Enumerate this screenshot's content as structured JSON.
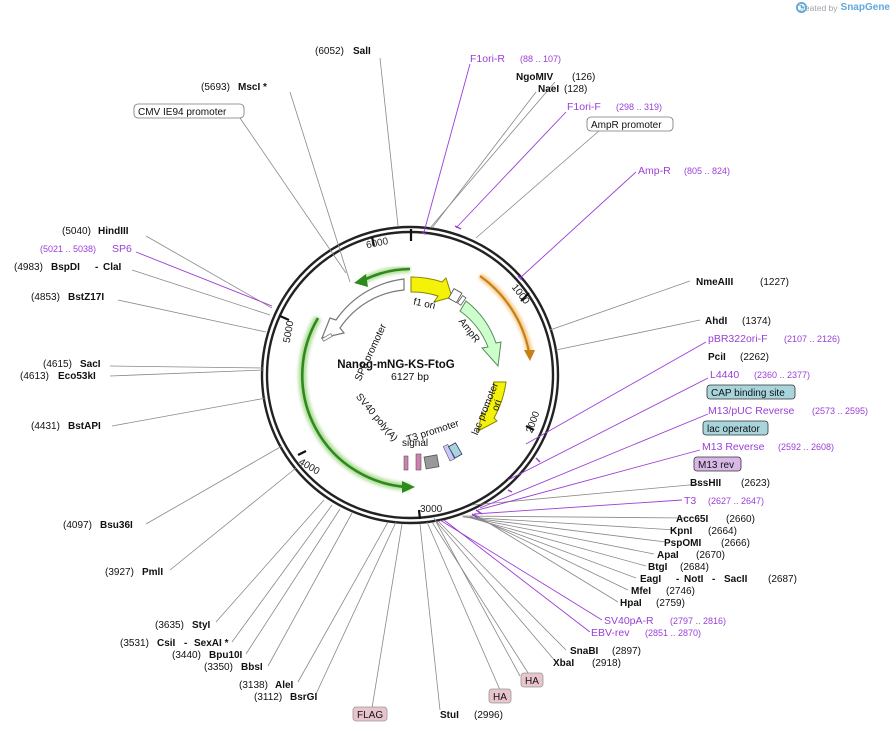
{
  "watermark": {
    "created_by": "Created by",
    "brand": "SnapGene"
  },
  "plasmid": {
    "name": "Nanog-mNG-KS-FtoG",
    "length": "6127 bp",
    "ticks": [
      "1000",
      "2000",
      "3000",
      "4000",
      "5000",
      "6000"
    ]
  },
  "features": {
    "f1_ori": "f1 ori",
    "ampr": "AmpR",
    "ori": "ori",
    "sp6_promoter": "SP6 promoter",
    "sv40_polya": "SV40 poly(A)",
    "sv40_polya_2": "signal",
    "t3_promoter": "T3 promoter",
    "lac_promoter": "lac promoter"
  },
  "sites": [
    {
      "name": "SalI",
      "pos": "(6052)"
    },
    {
      "name": "MscI *",
      "pos": "(5693)"
    },
    {
      "name": "HindIII",
      "pos": "(5040)"
    },
    {
      "name": "BspDI",
      "name2": "ClaI",
      "pos": "(4983)"
    },
    {
      "name": "BstZ17I",
      "pos": "(4853)"
    },
    {
      "name": "SacI",
      "pos": "(4615)"
    },
    {
      "name": "Eco53kI",
      "pos": "(4613)"
    },
    {
      "name": "BstAPI",
      "pos": "(4431)"
    },
    {
      "name": "Bsu36I",
      "pos": "(4097)"
    },
    {
      "name": "PmlI",
      "pos": "(3927)"
    },
    {
      "name": "StyI",
      "pos": "(3635)"
    },
    {
      "name": "CsiI",
      "name2": "SexAI *",
      "pos": "(3531)"
    },
    {
      "name": "Bpu10I",
      "pos": "(3440)"
    },
    {
      "name": "BbsI",
      "pos": "(3350)"
    },
    {
      "name": "AleI",
      "pos": "(3138)"
    },
    {
      "name": "BsrGI",
      "pos": "(3112)"
    },
    {
      "name": "StuI",
      "pos": "(2996)"
    },
    {
      "name": "NgoMIV",
      "pos": "(126)"
    },
    {
      "name": "NaeI",
      "pos": "(128)"
    },
    {
      "name": "NmeAIII",
      "pos": "(1227)"
    },
    {
      "name": "AhdI",
      "pos": "(1374)"
    },
    {
      "name": "PciI",
      "pos": "(2262)"
    },
    {
      "name": "BssHII",
      "pos": "(2623)"
    },
    {
      "name": "Acc65I",
      "pos": "(2660)"
    },
    {
      "name": "KpnI",
      "pos": "(2664)"
    },
    {
      "name": "PspOMI",
      "pos": "(2666)"
    },
    {
      "name": "ApaI",
      "pos": "(2670)"
    },
    {
      "name": "BtgI",
      "pos": "(2684)"
    },
    {
      "name": "EagI",
      "name2": "NotI",
      "name3": "SacII",
      "pos": "(2687)"
    },
    {
      "name": "MfeI",
      "pos": "(2746)"
    },
    {
      "name": "HpaI",
      "pos": "(2759)"
    },
    {
      "name": "SnaBI",
      "pos": "(2897)"
    },
    {
      "name": "XbaI",
      "pos": "(2918)"
    }
  ],
  "primers": [
    {
      "name": "F1ori-R",
      "range": "(88 .. 107)"
    },
    {
      "name": "F1ori-F",
      "range": "(298 .. 319)"
    },
    {
      "name": "Amp-R",
      "range": "(805 .. 824)"
    },
    {
      "name": "SP6",
      "range": "(5021 .. 5038)"
    },
    {
      "name": "pBR322ori-F",
      "range": "(2107 .. 2126)"
    },
    {
      "name": "L4440",
      "range": "(2360 .. 2377)"
    },
    {
      "name": "M13/pUC Reverse",
      "range": "(2573 .. 2595)"
    },
    {
      "name": "M13 Reverse",
      "range": "(2592 .. 2608)"
    },
    {
      "name": "T3",
      "range": "(2627 .. 2647)"
    },
    {
      "name": "SV40pA-R",
      "range": "(2797 .. 2816)"
    },
    {
      "name": "EBV-rev",
      "range": "(2851 .. 2870)"
    }
  ],
  "boxes": {
    "cmv": "CMV IE94 promoter",
    "ampr_promoter": "AmpR promoter",
    "cap": "CAP binding site",
    "lac_operator": "lac operator",
    "m13_rev": "M13 rev",
    "ha1": "HA",
    "ha2": "HA",
    "flag": "FLAG"
  },
  "colors": {
    "primer": "#9a3fd6",
    "f1_ori": "#f5f20a",
    "ampr": "#ccffcc",
    "ori": "#f5f20a",
    "sv40": "#3a9a2a",
    "cap_fill": "#a8d4dc",
    "m13_fill": "#d9b8e8",
    "tag_fill": "#e8c4cc"
  }
}
